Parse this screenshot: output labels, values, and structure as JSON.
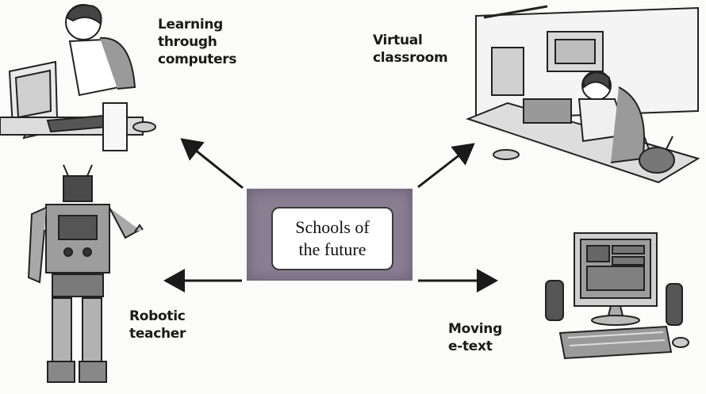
{
  "center": {
    "line1": "Schools of",
    "line2": "the future"
  },
  "branches": {
    "learning": {
      "line1": "Learning",
      "line2": "through",
      "line3": "computers"
    },
    "virtual": {
      "line1": "Virtual",
      "line2": "classroom"
    },
    "robotic": {
      "line1": "Robotic",
      "line2": "teacher"
    },
    "moving": {
      "line1": "Moving",
      "line2": "e-text"
    }
  },
  "colors": {
    "center_box": "#8a7f92",
    "ink": "#1a1a1a"
  }
}
